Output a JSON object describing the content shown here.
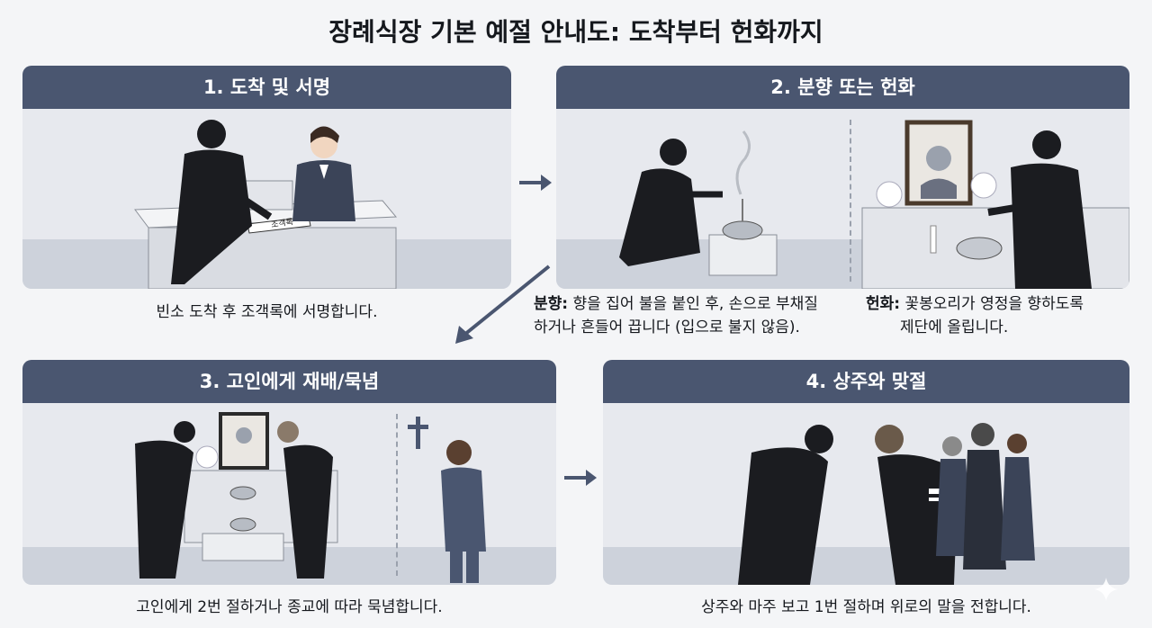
{
  "title": "장례식장 기본 예절 안내도: 도착부터 헌화까지",
  "steps": [
    {
      "header": "1. 도착 및 서명",
      "caption": "빈소 도착 후 조객록에 서명합니다."
    },
    {
      "header": "2. 분향 또는 헌화",
      "incense_label": "분향:",
      "incense_text": "향을 집어 불을 붙인 후, 손으로 부채질",
      "incense_text2": "하거나 흔들어 끕니다 (입으로 불지 않음).",
      "flower_label": "헌화:",
      "flower_text": "꽃봉오리가 영정을 향하도록",
      "flower_text2": "제단에 올립니다."
    },
    {
      "header": "3. 고인에게 재배/묵념",
      "caption": "고인에게 2번 절하거나 종교에 따라 묵념합니다."
    },
    {
      "header": "4. 상주와 맞절",
      "caption": "상주와 마주 보고 1번 절하며 위로의 말을 전합니다."
    }
  ],
  "guestbook_label": "조객록",
  "colors": {
    "header": "#4a5670",
    "suit": "#1b1c20",
    "arrow": "#4a5670"
  }
}
